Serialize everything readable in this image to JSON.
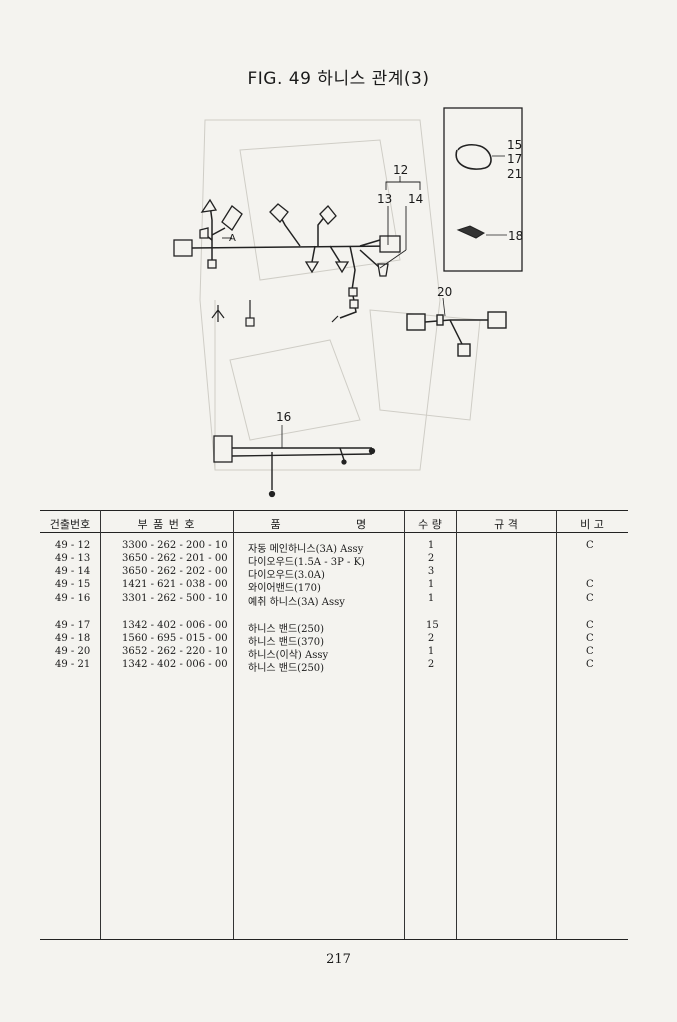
{
  "title": "FIG. 49 하니스 관계(3)",
  "callouts": [
    "12",
    "13",
    "14",
    "15",
    "17",
    "21",
    "18",
    "20",
    "16",
    "A"
  ],
  "table": {
    "headers": [
      "건출번호",
      "부 품 번 호",
      "품",
      "명",
      "수 량",
      "규 격",
      "비 고"
    ],
    "rows": [
      {
        "no": "49 - 12",
        "part": "3300 - 262 - 200 - 10",
        "name": "자동 메인하니스(3A) Assy",
        "qty": "1",
        "note": "C"
      },
      {
        "no": "49 - 13",
        "part": "3650 - 262 - 201 - 00",
        "name": "다이오우드(1.5A - 3P - K)",
        "qty": "2",
        "note": ""
      },
      {
        "no": "49 - 14",
        "part": "3650 - 262 - 202 - 00",
        "name": "다이오우드(3.0A)",
        "qty": "3",
        "note": ""
      },
      {
        "no": "49 - 15",
        "part": "1421 - 621 - 038 - 00",
        "name": "와이어밴드(170)",
        "qty": "1",
        "note": "C"
      },
      {
        "no": "49 - 16",
        "part": "3301 - 262 - 500 - 10",
        "name": "예취 하니스(3A) Assy",
        "qty": "1",
        "note": "C"
      },
      {
        "no": "49 - 17",
        "part": "1342 - 402 - 006 - 00",
        "name": "하니스 밴드(250)",
        "qty": "15",
        "note": "C"
      },
      {
        "no": "49 - 18",
        "part": "1560 - 695 - 015 - 00",
        "name": "하니스 밴드(370)",
        "qty": "2",
        "note": "C"
      },
      {
        "no": "49 - 20",
        "part": "3652 - 262 - 220 - 10",
        "name": "하니스(이삭) Assy",
        "qty": "1",
        "note": "C"
      },
      {
        "no": "49 - 21",
        "part": "1342 - 402 - 006 - 00",
        "name": "하니스 밴드(250)",
        "qty": "2",
        "note": "C"
      }
    ]
  },
  "page_number": "217"
}
